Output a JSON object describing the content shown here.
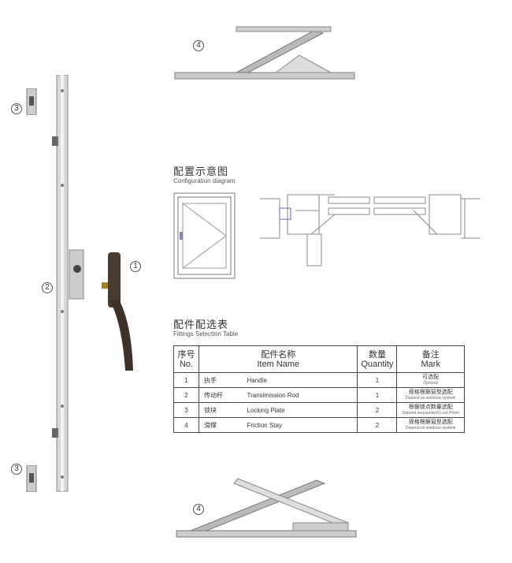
{
  "labels": {
    "handle": "1",
    "rod": "2",
    "lock_plate_top": "3",
    "lock_plate_bottom": "3",
    "stay_top": "4",
    "stay_bottom": "4"
  },
  "config": {
    "title_cn": "配置示意图",
    "title_en": "Configuration diagram"
  },
  "fittings": {
    "title_cn": "配件配选表",
    "title_en": "Fittings Selection Table",
    "headers": [
      {
        "cn": "序号",
        "en": "No."
      },
      {
        "cn": "配件名称",
        "en": "Item Name"
      },
      {
        "cn": "数量",
        "en": "Quantity"
      },
      {
        "cn": "备注",
        "en": "Mark"
      }
    ],
    "rows": [
      {
        "no": "1",
        "cn": "执手",
        "en": "Handle",
        "qty": "1",
        "mark_cn": "可选配",
        "mark_en": "Optional"
      },
      {
        "no": "2",
        "cn": "传动杆",
        "en": "Transimission Rod",
        "qty": "1",
        "mark_cn": "规格根据窗型选配",
        "mark_en": "Depend on windows systeml"
      },
      {
        "no": "3",
        "cn": "锁块",
        "en": "Locking Plate",
        "qty": "2",
        "mark_cn": "根据锁点数量选配",
        "mark_en": "Depend onquantityof Lock Pointl"
      },
      {
        "no": "4",
        "cn": "滑撑",
        "en": "Friction Stay",
        "qty": "2",
        "mark_cn": "规格根据窗型选配",
        "mark_en": "Depend on windows systeml"
      }
    ]
  }
}
